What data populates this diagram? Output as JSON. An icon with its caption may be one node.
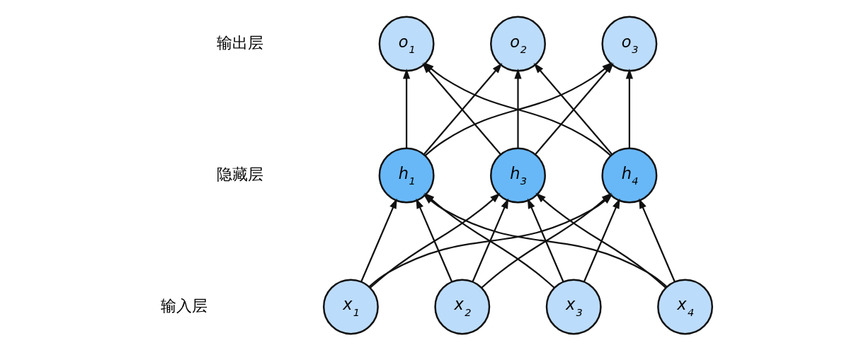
{
  "diagram": {
    "nodes": [
      {
        "text": [
          "o$_{1}$"
        ]
      },
      {
        "text": [
          "o$_{2}$"
        ]
      },
      {
        "text": [
          "o$_{3}$"
        ]
      },
      {
        "text": [
          "h$_{1}$"
        ]
      },
      {
        "text": [
          "h$_{3}$"
        ]
      },
      {
        "text": [
          "h$_{4}$"
        ]
      },
      {
        "text": [
          "x$_{1}$"
        ]
      },
      {
        "text": [
          "x$_{2}$"
        ]
      },
      {
        "text": [
          "x$_{3}$"
        ]
      },
      {
        "text": [
          "x$_{4}$"
        ]
      }
    ],
    "edges": [
      {
        "from": 6,
        "to": 3,
        "arrow": "to"
      },
      {
        "from": 6,
        "to": 4,
        "arrow": "to"
      },
      {
        "from": 6,
        "to": 5,
        "arrow": "to"
      },
      {
        "from": 7,
        "to": 3,
        "arrow": "to"
      },
      {
        "from": 7,
        "to": 4,
        "arrow": "to"
      },
      {
        "from": 7,
        "to": 5,
        "arrow": "to"
      },
      {
        "from": 8,
        "to": 3,
        "arrow": "to"
      },
      {
        "from": 8,
        "to": 4,
        "arrow": "to"
      },
      {
        "from": 8,
        "to": 5,
        "arrow": "to"
      },
      {
        "from": 9,
        "to": 3,
        "arrow": "to"
      },
      {
        "from": 9,
        "to": 4,
        "arrow": "to"
      },
      {
        "from": 9,
        "to": 5,
        "arrow": "to"
      },
      {
        "from": 3,
        "to": 0,
        "arrow": "to"
      },
      {
        "from": 3,
        "to": 1,
        "arrow": "to"
      },
      {
        "from": 3,
        "to": 2,
        "arrow": "to"
      },
      {
        "from": 4,
        "to": 0,
        "arrow": "to"
      },
      {
        "from": 4,
        "to": 1,
        "arrow": "to"
      },
      {
        "from": 4,
        "to": 2,
        "arrow": "to"
      },
      {
        "from": 5,
        "to": 0,
        "arrow": "to"
      },
      {
        "from": 5,
        "to": 1,
        "arrow": "to"
      },
      {
        "from": 5,
        "to": 2,
        "arrow": "to"
      }
    ],
    "labels": [
      "输出层",
      "隐藏层",
      "输入层"
    ]
  }
}
